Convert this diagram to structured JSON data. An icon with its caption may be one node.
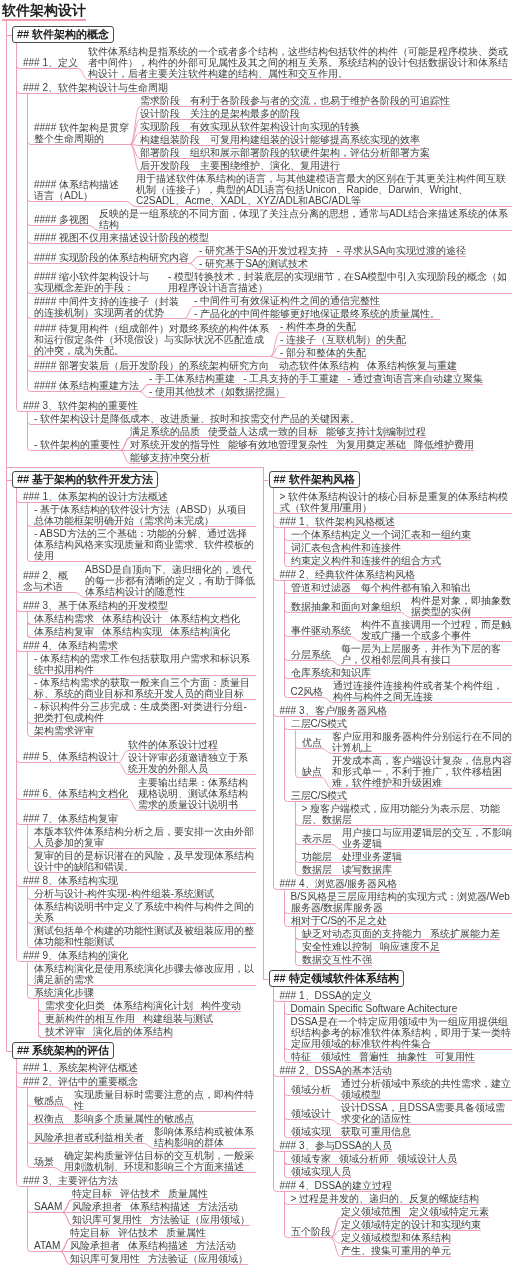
{
  "diagram": {
    "nodes": [
      {
        "text": [
          "软件架构设计"
        ]
      },
      {
        "text": [
          "## 软件架构的概念"
        ]
      },
      {
        "text": [
          "### 1、定义"
        ]
      },
      {
        "text": [
          "软件体系结构是指系统的一个或者多个结构，这些结构包括软件的构件（可能是程序模块、类或者中间件），构件的外部可见属性及其之间的相互关系。系统结构的设计包括数据设计和体系结构设计，后者主要关注软件构建的结构、属性和交互作用。"
        ]
      },
      {
        "text": [
          "### 2、软件架构设计与生命周期"
        ]
      },
      {
        "text": [
          "#### 软件架构是贯穿整个生命周期的"
        ]
      },
      {
        "text": [
          "需求阶段"
        ]
      },
      {
        "text": [
          "有利于各阶段参与者的交流，也易于维护各阶段的可追踪性"
        ]
      },
      {
        "text": [
          "设计阶段"
        ]
      },
      {
        "text": [
          "关注的是架构最多的阶段"
        ]
      },
      {
        "text": [
          "实现阶段"
        ]
      },
      {
        "text": [
          "有效实现从软件架构设计向实现的转换"
        ]
      },
      {
        "text": [
          "构建组装阶段"
        ]
      },
      {
        "text": [
          "可复用构建组装的设计能够提高系统实现的效率"
        ]
      },
      {
        "text": [
          "部署阶段"
        ]
      },
      {
        "text": [
          "组织和展示部署阶段的软硬件架构，评估分析部署方案"
        ]
      },
      {
        "text": [
          "后开发阶段"
        ]
      },
      {
        "text": [
          "主要围绕维护、演化、复用进行"
        ]
      },
      {
        "text": [
          "#### 体系结构描述语言（ADL）"
        ]
      },
      {
        "text": [
          "用于描述软件体系结构的语言，与其他建模语言最大的区别在于其更关注构件间互联机制（连接子），典型的ADL语言包括Unicon、Rapide、Darwin、Wright、C2SADL、Acme、XADL、XYZ/ADL和ABC/ADL等"
        ]
      },
      {
        "text": [
          "#### 多视图"
        ]
      },
      {
        "text": [
          "反映的是一组系统的不同方面，体现了关注点分离的思想，通常与ADL结合来描述系统的体系结构"
        ]
      },
      {
        "text": [
          "#### 视图不仅用来描述设计阶段的模型"
        ]
      },
      {
        "text": [
          "#### 实现阶段的体系结构研究内容"
        ]
      },
      {
        "text": [
          "- 研究基于SA的开发过程支持"
        ]
      },
      {
        "text": [
          "- 寻求从SA向实现过渡的途径"
        ]
      },
      {
        "text": [
          "- 研究基于SA的测试技术"
        ]
      },
      {
        "text": [
          "#### 缩小软件架构设计与实现概念差距的手段："
        ]
      },
      {
        "text": [
          "- 模型转换技术，封装底层的实现细节，在SA模型中引入实现阶段的概念（如用程序设计语言描述）"
        ]
      },
      {
        "text": [
          "#### 中间件支持的连接子（封装的连接机制）实现两者的优势"
        ]
      },
      {
        "text": [
          "- 中间件可有效保证构件之间的通信完整性"
        ]
      },
      {
        "text": [
          "- 产品化的中间件能够更好地保证最终系统的质量属性。"
        ]
      },
      {
        "text": [
          "#### 待复用构件（组成部件）对最终系统的构件体系和运行假定条件（环境假设）与实际状况不匹配造成的冲突，成为失配。"
        ]
      },
      {
        "text": [
          "- 构件本身的失配"
        ]
      },
      {
        "text": [
          "- 连接子（互联机制）的失配"
        ]
      },
      {
        "text": [
          "- 部分和整体的失配"
        ]
      },
      {
        "text": [
          "#### 部署安装后（后开发阶段）的系统架构研究方向"
        ]
      },
      {
        "text": [
          "动态软件体系结构"
        ]
      },
      {
        "text": [
          "体系结构恢复与重建"
        ]
      },
      {
        "text": [
          "#### 体系结构重建方法"
        ]
      },
      {
        "text": [
          "- 手工体系结构重建"
        ]
      },
      {
        "text": [
          "- 工具支持的手工重建"
        ]
      },
      {
        "text": [
          "- 通过查询语言来自动建立聚集"
        ]
      },
      {
        "text": [
          "- 使用其他技术（如数据挖掘）"
        ]
      },
      {
        "text": [
          "### 3、软件架构的重要性"
        ]
      },
      {
        "text": [
          "- 软件架构设计是降低成本、改进质量、按时和按需交付产品的关键因素。"
        ]
      },
      {
        "text": [
          "- 软件架构的重要性"
        ]
      },
      {
        "text": [
          "满足系统的品质"
        ]
      },
      {
        "text": [
          "使受益人达成一致的目标"
        ]
      },
      {
        "text": [
          "能够支持计划编制过程"
        ]
      },
      {
        "text": [
          "对系统开发的指导性"
        ]
      },
      {
        "text": [
          "能够有效地管理复杂性"
        ]
      },
      {
        "text": [
          "为复用奠定基础"
        ]
      },
      {
        "text": [
          "降低维护费用"
        ]
      },
      {
        "text": [
          "能够支持冲突分析"
        ]
      },
      {
        "text": [
          "## 基于架构的软件开发方法"
        ]
      },
      {
        "text": [
          "### 1、体系架构的设计方法概述"
        ]
      },
      {
        "text": [
          "- 基于体系结构的软件设计方法（ABSD）从项目总体功能框架明确开始（需求尚未完成）"
        ]
      },
      {
        "text": [
          "- ABSD方法的三个基础：功能的分解、通过选择体系结构风格来实现质量和商业需求、软件模板的使用"
        ]
      },
      {
        "text": [
          "### 2、概念与术语"
        ]
      },
      {
        "text": [
          "ABSD是自顶向下、递归细化的，迭代的每一步都有清晰的定义，有助于降低体系结构设计的随意性"
        ]
      },
      {
        "text": [
          "### 3、基于体系结构的开发模型"
        ]
      },
      {
        "text": [
          "体系结构需求"
        ]
      },
      {
        "text": [
          "体系结构设计"
        ]
      },
      {
        "text": [
          "体系结构文档化"
        ]
      },
      {
        "text": [
          "体系结构复审"
        ]
      },
      {
        "text": [
          "体系结构实现"
        ]
      },
      {
        "text": [
          "体系结构演化"
        ]
      },
      {
        "text": [
          "### 4、体系结构需求"
        ]
      },
      {
        "text": [
          "- 体系结构的需求工作包括获取用户需求和标识系统中拟用构件"
        ]
      },
      {
        "text": [
          "- 体系结构需求的获取一般来自三个方面：质量目标、系统的商业目标和系统开发人员的商业目标"
        ]
      },
      {
        "text": [
          "- 标识构件分三步完成：生成类图-对类进行分组-把类打包成构件"
        ]
      },
      {
        "text": [
          "架构需求评审"
        ]
      },
      {
        "text": [
          "### 5、体系结构设计"
        ]
      },
      {
        "text": [
          "软件的体系设计过程"
        ]
      },
      {
        "text": [
          "设计评审必须邀请独立于系统开发的外部人员"
        ]
      },
      {
        "text": [
          "### 6、体系结构文档化"
        ]
      },
      {
        "text": [
          "主要输出结果：体系结构规格说明、测试体系结构需求的质量设计说明书"
        ]
      },
      {
        "text": [
          "### 7、体系结构复审"
        ]
      },
      {
        "text": [
          "本版本软件体系结构分析之后，要安排一次由外部人员参加的复审"
        ]
      },
      {
        "text": [
          "复审的目的是标识潜在的风险，及早发现体系结构设计中的缺陷和错误。"
        ]
      },
      {
        "text": [
          "### 8、体系结构实现"
        ]
      },
      {
        "text": [
          "分析与设计-构件实现-构件组装-系统测试"
        ]
      },
      {
        "text": [
          "体系结构说明书中定义了系统中构件与构件之间的关系"
        ]
      },
      {
        "text": [
          "测试包括单个构建的功能性测试及被组装应用的整体功能和性能测试"
        ]
      },
      {
        "text": [
          "### 9、体系结构的演化"
        ]
      },
      {
        "text": [
          "体系结构演化是使用系统演化步骤去修改应用，以满足新的需求"
        ]
      },
      {
        "text": [
          "系统演化步骤"
        ]
      },
      {
        "text": [
          "需求变化归类"
        ]
      },
      {
        "text": [
          "体系结构演化计划"
        ]
      },
      {
        "text": [
          "构件变动"
        ]
      },
      {
        "text": [
          "更新构件的相互作用"
        ]
      },
      {
        "text": [
          "构建组装与测试"
        ]
      },
      {
        "text": [
          "技术评审"
        ]
      },
      {
        "text": [
          "演化后的体系结构"
        ]
      },
      {
        "text": [
          "## 软件架构风格"
        ]
      },
      {
        "text": [
          "> 软件体系结构设计的核心目标是重复的体系结构模式（软件复用/重用）"
        ]
      },
      {
        "text": [
          "### 1、软件架构风格概述"
        ]
      },
      {
        "text": [
          "一个体系结构定义一个词汇表和一组约束"
        ]
      },
      {
        "text": [
          "词汇表包含构件和连接件"
        ]
      },
      {
        "text": [
          "约束定义构件和连接件的组合方式"
        ]
      },
      {
        "text": [
          "### 2、经典软件体系结构风格"
        ]
      },
      {
        "text": [
          "管道和过滤器"
        ]
      },
      {
        "text": [
          "每个构件都有输入和输出"
        ]
      },
      {
        "text": [
          "数据抽象和面向对象组织"
        ]
      },
      {
        "text": [
          "构件是对象，即抽象数据类型的实例"
        ]
      },
      {
        "text": [
          "事件驱动系统"
        ]
      },
      {
        "text": [
          "构件不直接调用一个过程，而是触发或广播一个或多个事件"
        ]
      },
      {
        "text": [
          "分层系统"
        ]
      },
      {
        "text": [
          "每一层为上层服务，并作为下层的客户，仅相邻层间具有接口"
        ]
      },
      {
        "text": [
          "仓库系统和知识库"
        ]
      },
      {
        "text": [
          "C2风格"
        ]
      },
      {
        "text": [
          "通过连接件连接构件或者某个构件组，构件与构件之间无连接"
        ]
      },
      {
        "text": [
          "### 3、客户/服务器风格"
        ]
      },
      {
        "text": [
          "二层C/S模式"
        ]
      },
      {
        "text": [
          "优点"
        ]
      },
      {
        "text": [
          "客户应用和服务器构件分别运行在不同的计算机上"
        ]
      },
      {
        "text": [
          "缺点"
        ]
      },
      {
        "text": [
          "开发成本高，客户端设计复杂，信息内容和形式单一，不利于推广，软件移植困难，软件维护和升级困难"
        ]
      },
      {
        "text": [
          "三层C/S模式"
        ]
      },
      {
        "text": [
          "> 瘦客户端模式，应用功能分为表示层、功能层、数据层"
        ]
      },
      {
        "text": [
          "表示层"
        ]
      },
      {
        "text": [
          "用户接口与应用逻辑层的交互，不影响业务逻辑"
        ]
      },
      {
        "text": [
          "功能层"
        ]
      },
      {
        "text": [
          "处理业务逻辑"
        ]
      },
      {
        "text": [
          "数据层"
        ]
      },
      {
        "text": [
          "读写数据库"
        ]
      },
      {
        "text": [
          "### 4、浏览器/服务器风格"
        ]
      },
      {
        "text": [
          "B/S风格是三层应用结构的实现方式：浏览器/Web服务器/数据库服务器"
        ]
      },
      {
        "text": [
          "相对于C/S的不足之处"
        ]
      },
      {
        "text": [
          "缺乏对动态页面的支持能力"
        ]
      },
      {
        "text": [
          "系统扩展能力差"
        ]
      },
      {
        "text": [
          "安全性难以控制"
        ]
      },
      {
        "text": [
          "响应速度不足"
        ]
      },
      {
        "text": [
          "数据交互性不强"
        ]
      },
      {
        "text": [
          "## 特定领域软件体系结构"
        ]
      },
      {
        "text": [
          "### 1、DSSA的定义"
        ]
      },
      {
        "text": [
          "Domain Specific Software Achitecture"
        ]
      },
      {
        "text": [
          "DSSA是在一个特定应用领域中为一组应用提供组织结构参考的标准软件体系结构，即用于某一类特定应用领域的标准软件构件集合"
        ]
      },
      {
        "text": [
          "特征"
        ]
      },
      {
        "text": [
          "领域性"
        ]
      },
      {
        "text": [
          "普遍性"
        ]
      },
      {
        "text": [
          "抽象性"
        ]
      },
      {
        "text": [
          "可复用性"
        ]
      },
      {
        "text": [
          "### 2、DSSA的基本活动"
        ]
      },
      {
        "text": [
          "领域分析"
        ]
      },
      {
        "text": [
          "通过分析领域中系统的共性需求，建立领域模型"
        ]
      },
      {
        "text": [
          "领域设计"
        ]
      },
      {
        "text": [
          "设计DSSA，且DSSA需要具备领域需求变化的适应性"
        ]
      },
      {
        "text": [
          "领域实现"
        ]
      },
      {
        "text": [
          "获取可重用信息"
        ]
      },
      {
        "text": [
          "### 3、参与DSSA的人员"
        ]
      },
      {
        "text": [
          "领域专家"
        ]
      },
      {
        "text": [
          "领域分析师"
        ]
      },
      {
        "text": [
          "领域设计人员"
        ]
      },
      {
        "text": [
          "领域实现人员"
        ]
      },
      {
        "text": [
          "### 4、DSSA的建立过程"
        ]
      },
      {
        "text": [
          "> 过程是并发的、递归的、反复的螺旋结构"
        ]
      },
      {
        "text": [
          "五个阶段"
        ]
      },
      {
        "text": [
          "定义领域范围"
        ]
      },
      {
        "text": [
          "定义领域特定元素"
        ]
      },
      {
        "text": [
          "定义领域特定的设计和实现约束"
        ]
      },
      {
        "text": [
          "定义领域模型和体系结构"
        ]
      },
      {
        "text": [
          "产生、搜集可重用的单元"
        ]
      },
      {
        "text": [
          "## 系统架构的评估"
        ]
      },
      {
        "text": [
          "### 1、系统架构评估概述"
        ]
      },
      {
        "text": [
          "### 2、评估中的重要概念"
        ]
      },
      {
        "text": [
          "敏感点"
        ]
      },
      {
        "text": [
          "实现质量目标时需要注意的点，即构件特性"
        ]
      },
      {
        "text": [
          "权衡点"
        ]
      },
      {
        "text": [
          "影响多个质量属性的敏感点"
        ]
      },
      {
        "text": [
          "风险承担者或利益相关者"
        ]
      },
      {
        "text": [
          "影响体系结构或被体系结构影响的群体"
        ]
      },
      {
        "text": [
          "场景"
        ]
      },
      {
        "text": [
          "确定架构质量评估目标的交互机制，一般采用刺激机制、环境和影响三个方面来描述"
        ]
      },
      {
        "text": [
          "### 3、主要评估方法"
        ]
      },
      {
        "text": [
          "SAAM"
        ]
      },
      {
        "text": [
          "特定目标"
        ]
      },
      {
        "text": [
          "评估技术"
        ]
      },
      {
        "text": [
          "质量属性"
        ]
      },
      {
        "text": [
          "风险承担者"
        ]
      },
      {
        "text": [
          "体系结构描述"
        ]
      },
      {
        "text": [
          "方法活动"
        ]
      },
      {
        "text": [
          "知识库可复用性"
        ]
      },
      {
        "text": [
          "方法验证（应用领域）"
        ]
      },
      {
        "text": [
          "ATAM"
        ]
      },
      {
        "text": [
          "特定目标"
        ]
      },
      {
        "text": [
          "评估技术"
        ]
      },
      {
        "text": [
          "质量属性"
        ]
      },
      {
        "text": [
          "风险承担者"
        ]
      },
      {
        "text": [
          "体系结构描述"
        ]
      },
      {
        "text": [
          "方法活动"
        ]
      },
      {
        "text": [
          "知识库可复用性"
        ]
      },
      {
        "text": [
          "方法验证（应用领域）"
        ]
      }
    ],
    "edges": [
      {
        "from": 0,
        "to": 1,
        "arrow": "none"
      },
      {
        "from": 1,
        "to": 2,
        "arrow": "none"
      },
      {
        "from": 2,
        "to": 3,
        "arrow": "none"
      },
      {
        "from": 1,
        "to": 4,
        "arrow": "none"
      },
      {
        "from": 4,
        "to": 5,
        "arrow": "none"
      },
      {
        "from": 5,
        "to": 6,
        "arrow": "none"
      },
      {
        "from": 6,
        "to": 7,
        "arrow": "none"
      },
      {
        "from": 5,
        "to": 8,
        "arrow": "none"
      },
      {
        "from": 8,
        "to": 9,
        "arrow": "none"
      },
      {
        "from": 5,
        "to": 10,
        "arrow": "none"
      },
      {
        "from": 10,
        "to": 11,
        "arrow": "none"
      },
      {
        "from": 5,
        "to": 12,
        "arrow": "none"
      },
      {
        "from": 12,
        "to": 13,
        "arrow": "none"
      },
      {
        "from": 5,
        "to": 14,
        "arrow": "none"
      },
      {
        "from": 14,
        "to": 15,
        "arrow": "none"
      },
      {
        "from": 5,
        "to": 16,
        "arrow": "none"
      },
      {
        "from": 16,
        "to": 17,
        "arrow": "none"
      },
      {
        "from": 4,
        "to": 18,
        "arrow": "none"
      },
      {
        "from": 18,
        "to": 19,
        "arrow": "none"
      },
      {
        "from": 4,
        "to": 20,
        "arrow": "none"
      },
      {
        "from": 20,
        "to": 21,
        "arrow": "none"
      },
      {
        "from": 4,
        "to": 22,
        "arrow": "none"
      },
      {
        "from": 4,
        "to": 23,
        "arrow": "none"
      },
      {
        "from": 23,
        "to": 24,
        "arrow": "none"
      },
      {
        "from": 23,
        "to": 25,
        "arrow": "none"
      },
      {
        "from": 23,
        "to": 26,
        "arrow": "none"
      },
      {
        "from": 4,
        "to": 27,
        "arrow": "none"
      },
      {
        "from": 27,
        "to": 28,
        "arrow": "none"
      },
      {
        "from": 4,
        "to": 29,
        "arrow": "none"
      },
      {
        "from": 29,
        "to": 30,
        "arrow": "none"
      },
      {
        "from": 29,
        "to": 31,
        "arrow": "none"
      },
      {
        "from": 4,
        "to": 32,
        "arrow": "none"
      },
      {
        "from": 32,
        "to": 33,
        "arrow": "none"
      },
      {
        "from": 32,
        "to": 34,
        "arrow": "none"
      },
      {
        "from": 32,
        "to": 35,
        "arrow": "none"
      },
      {
        "from": 4,
        "to": 36,
        "arrow": "none"
      },
      {
        "from": 36,
        "to": 37,
        "arrow": "none"
      },
      {
        "from": 36,
        "to": 38,
        "arrow": "none"
      },
      {
        "from": 4,
        "to": 39,
        "arrow": "none"
      },
      {
        "from": 39,
        "to": 40,
        "arrow": "none"
      },
      {
        "from": 39,
        "to": 41,
        "arrow": "none"
      },
      {
        "from": 39,
        "to": 42,
        "arrow": "none"
      },
      {
        "from": 39,
        "to": 43,
        "arrow": "none"
      },
      {
        "from": 1,
        "to": 44,
        "arrow": "none"
      },
      {
        "from": 44,
        "to": 45,
        "arrow": "none"
      },
      {
        "from": 44,
        "to": 46,
        "arrow": "none"
      },
      {
        "from": 46,
        "to": 47,
        "arrow": "none"
      },
      {
        "from": 46,
        "to": 48,
        "arrow": "none"
      },
      {
        "from": 46,
        "to": 49,
        "arrow": "none"
      },
      {
        "from": 46,
        "to": 50,
        "arrow": "none"
      },
      {
        "from": 46,
        "to": 51,
        "arrow": "none"
      },
      {
        "from": 46,
        "to": 52,
        "arrow": "none"
      },
      {
        "from": 46,
        "to": 53,
        "arrow": "none"
      },
      {
        "from": 46,
        "to": 54,
        "arrow": "none"
      },
      {
        "from": 0,
        "to": 55,
        "arrow": "none"
      },
      {
        "from": 55,
        "to": 56,
        "arrow": "none"
      },
      {
        "from": 56,
        "to": 57,
        "arrow": "none"
      },
      {
        "from": 56,
        "to": 58,
        "arrow": "none"
      },
      {
        "from": 55,
        "to": 59,
        "arrow": "none"
      },
      {
        "from": 59,
        "to": 60,
        "arrow": "none"
      },
      {
        "from": 55,
        "to": 61,
        "arrow": "none"
      },
      {
        "from": 61,
        "to": 62,
        "arrow": "none"
      },
      {
        "from": 61,
        "to": 63,
        "arrow": "none"
      },
      {
        "from": 61,
        "to": 64,
        "arrow": "none"
      },
      {
        "from": 61,
        "to": 65,
        "arrow": "none"
      },
      {
        "from": 61,
        "to": 66,
        "arrow": "none"
      },
      {
        "from": 61,
        "to": 67,
        "arrow": "none"
      },
      {
        "from": 55,
        "to": 68,
        "arrow": "none"
      },
      {
        "from": 68,
        "to": 69,
        "arrow": "none"
      },
      {
        "from": 68,
        "to": 70,
        "arrow": "none"
      },
      {
        "from": 68,
        "to": 71,
        "arrow": "none"
      },
      {
        "from": 68,
        "to": 72,
        "arrow": "none"
      },
      {
        "from": 55,
        "to": 73,
        "arrow": "none"
      },
      {
        "from": 73,
        "to": 74,
        "arrow": "none"
      },
      {
        "from": 73,
        "to": 75,
        "arrow": "none"
      },
      {
        "from": 55,
        "to": 76,
        "arrow": "none"
      },
      {
        "from": 76,
        "to": 77,
        "arrow": "none"
      },
      {
        "from": 55,
        "to": 78,
        "arrow": "none"
      },
      {
        "from": 78,
        "to": 79,
        "arrow": "none"
      },
      {
        "from": 78,
        "to": 80,
        "arrow": "none"
      },
      {
        "from": 55,
        "to": 81,
        "arrow": "none"
      },
      {
        "from": 81,
        "to": 82,
        "arrow": "none"
      },
      {
        "from": 81,
        "to": 83,
        "arrow": "none"
      },
      {
        "from": 81,
        "to": 84,
        "arrow": "none"
      },
      {
        "from": 55,
        "to": 85,
        "arrow": "none"
      },
      {
        "from": 85,
        "to": 86,
        "arrow": "none"
      },
      {
        "from": 85,
        "to": 87,
        "arrow": "none"
      },
      {
        "from": 87,
        "to": 88,
        "arrow": "none"
      },
      {
        "from": 87,
        "to": 89,
        "arrow": "none"
      },
      {
        "from": 87,
        "to": 90,
        "arrow": "none"
      },
      {
        "from": 87,
        "to": 91,
        "arrow": "none"
      },
      {
        "from": 87,
        "to": 92,
        "arrow": "none"
      },
      {
        "from": 87,
        "to": 93,
        "arrow": "none"
      },
      {
        "from": 87,
        "to": 94,
        "arrow": "none"
      },
      {
        "from": 0,
        "to": 95,
        "arrow": "none"
      },
      {
        "from": 95,
        "to": 96,
        "arrow": "none"
      },
      {
        "from": 95,
        "to": 97,
        "arrow": "none"
      },
      {
        "from": 97,
        "to": 98,
        "arrow": "none"
      },
      {
        "from": 97,
        "to": 99,
        "arrow": "none"
      },
      {
        "from": 97,
        "to": 100,
        "arrow": "none"
      },
      {
        "from": 95,
        "to": 101,
        "arrow": "none"
      },
      {
        "from": 101,
        "to": 102,
        "arrow": "none"
      },
      {
        "from": 102,
        "to": 103,
        "arrow": "none"
      },
      {
        "from": 101,
        "to": 104,
        "arrow": "none"
      },
      {
        "from": 104,
        "to": 105,
        "arrow": "none"
      },
      {
        "from": 101,
        "to": 106,
        "arrow": "none"
      },
      {
        "from": 106,
        "to": 107,
        "arrow": "none"
      },
      {
        "from": 101,
        "to": 108,
        "arrow": "none"
      },
      {
        "from": 108,
        "to": 109,
        "arrow": "none"
      },
      {
        "from": 101,
        "to": 110,
        "arrow": "none"
      },
      {
        "from": 101,
        "to": 111,
        "arrow": "none"
      },
      {
        "from": 111,
        "to": 112,
        "arrow": "none"
      },
      {
        "from": 95,
        "to": 113,
        "arrow": "none"
      },
      {
        "from": 113,
        "to": 114,
        "arrow": "none"
      },
      {
        "from": 114,
        "to": 115,
        "arrow": "none"
      },
      {
        "from": 115,
        "to": 116,
        "arrow": "none"
      },
      {
        "from": 114,
        "to": 117,
        "arrow": "none"
      },
      {
        "from": 117,
        "to": 118,
        "arrow": "none"
      },
      {
        "from": 113,
        "to": 119,
        "arrow": "none"
      },
      {
        "from": 119,
        "to": 120,
        "arrow": "none"
      },
      {
        "from": 119,
        "to": 121,
        "arrow": "none"
      },
      {
        "from": 121,
        "to": 122,
        "arrow": "none"
      },
      {
        "from": 119,
        "to": 123,
        "arrow": "none"
      },
      {
        "from": 123,
        "to": 124,
        "arrow": "none"
      },
      {
        "from": 119,
        "to": 125,
        "arrow": "none"
      },
      {
        "from": 125,
        "to": 126,
        "arrow": "none"
      },
      {
        "from": 95,
        "to": 127,
        "arrow": "none"
      },
      {
        "from": 127,
        "to": 128,
        "arrow": "none"
      },
      {
        "from": 127,
        "to": 129,
        "arrow": "none"
      },
      {
        "from": 129,
        "to": 130,
        "arrow": "none"
      },
      {
        "from": 129,
        "to": 131,
        "arrow": "none"
      },
      {
        "from": 129,
        "to": 132,
        "arrow": "none"
      },
      {
        "from": 129,
        "to": 133,
        "arrow": "none"
      },
      {
        "from": 129,
        "to": 134,
        "arrow": "none"
      },
      {
        "from": 0,
        "to": 135,
        "arrow": "none"
      },
      {
        "from": 135,
        "to": 136,
        "arrow": "none"
      },
      {
        "from": 136,
        "to": 137,
        "arrow": "none"
      },
      {
        "from": 136,
        "to": 138,
        "arrow": "none"
      },
      {
        "from": 136,
        "to": 139,
        "arrow": "none"
      },
      {
        "from": 139,
        "to": 140,
        "arrow": "none"
      },
      {
        "from": 139,
        "to": 141,
        "arrow": "none"
      },
      {
        "from": 139,
        "to": 142,
        "arrow": "none"
      },
      {
        "from": 139,
        "to": 143,
        "arrow": "none"
      },
      {
        "from": 135,
        "to": 144,
        "arrow": "none"
      },
      {
        "from": 144,
        "to": 145,
        "arrow": "none"
      },
      {
        "from": 145,
        "to": 146,
        "arrow": "none"
      },
      {
        "from": 144,
        "to": 147,
        "arrow": "none"
      },
      {
        "from": 147,
        "to": 148,
        "arrow": "none"
      },
      {
        "from": 144,
        "to": 149,
        "arrow": "none"
      },
      {
        "from": 149,
        "to": 150,
        "arrow": "none"
      },
      {
        "from": 135,
        "to": 151,
        "arrow": "none"
      },
      {
        "from": 151,
        "to": 152,
        "arrow": "none"
      },
      {
        "from": 151,
        "to": 153,
        "arrow": "none"
      },
      {
        "from": 151,
        "to": 154,
        "arrow": "none"
      },
      {
        "from": 151,
        "to": 155,
        "arrow": "none"
      },
      {
        "from": 135,
        "to": 156,
        "arrow": "none"
      },
      {
        "from": 156,
        "to": 157,
        "arrow": "none"
      },
      {
        "from": 156,
        "to": 158,
        "arrow": "none"
      },
      {
        "from": 158,
        "to": 159,
        "arrow": "none"
      },
      {
        "from": 158,
        "to": 160,
        "arrow": "none"
      },
      {
        "from": 158,
        "to": 161,
        "arrow": "none"
      },
      {
        "from": 158,
        "to": 162,
        "arrow": "none"
      },
      {
        "from": 158,
        "to": 163,
        "arrow": "none"
      },
      {
        "from": 0,
        "to": 164,
        "arrow": "none"
      },
      {
        "from": 164,
        "to": 165,
        "arrow": "none"
      },
      {
        "from": 164,
        "to": 166,
        "arrow": "none"
      },
      {
        "from": 166,
        "to": 167,
        "arrow": "none"
      },
      {
        "from": 167,
        "to": 168,
        "arrow": "none"
      },
      {
        "from": 166,
        "to": 169,
        "arrow": "none"
      },
      {
        "from": 169,
        "to": 170,
        "arrow": "none"
      },
      {
        "from": 166,
        "to": 171,
        "arrow": "none"
      },
      {
        "from": 171,
        "to": 172,
        "arrow": "none"
      },
      {
        "from": 166,
        "to": 173,
        "arrow": "none"
      },
      {
        "from": 173,
        "to": 174,
        "arrow": "none"
      },
      {
        "from": 164,
        "to": 175,
        "arrow": "none"
      },
      {
        "from": 175,
        "to": 176,
        "arrow": "none"
      },
      {
        "from": 176,
        "to": 177,
        "arrow": "none"
      },
      {
        "from": 176,
        "to": 178,
        "arrow": "none"
      },
      {
        "from": 176,
        "to": 179,
        "arrow": "none"
      },
      {
        "from": 176,
        "to": 180,
        "arrow": "none"
      },
      {
        "from": 176,
        "to": 181,
        "arrow": "none"
      },
      {
        "from": 176,
        "to": 182,
        "arrow": "none"
      },
      {
        "from": 176,
        "to": 183,
        "arrow": "none"
      },
      {
        "from": 176,
        "to": 184,
        "arrow": "none"
      },
      {
        "from": 175,
        "to": 185,
        "arrow": "none"
      },
      {
        "from": 185,
        "to": 186,
        "arrow": "none"
      },
      {
        "from": 185,
        "to": 187,
        "arrow": "none"
      },
      {
        "from": 185,
        "to": 188,
        "arrow": "none"
      },
      {
        "from": 185,
        "to": 189,
        "arrow": "none"
      },
      {
        "from": 185,
        "to": 190,
        "arrow": "none"
      },
      {
        "from": 185,
        "to": 191,
        "arrow": "none"
      },
      {
        "from": 185,
        "to": 192,
        "arrow": "none"
      },
      {
        "from": 185,
        "to": 193,
        "arrow": "none"
      }
    ]
  }
}
